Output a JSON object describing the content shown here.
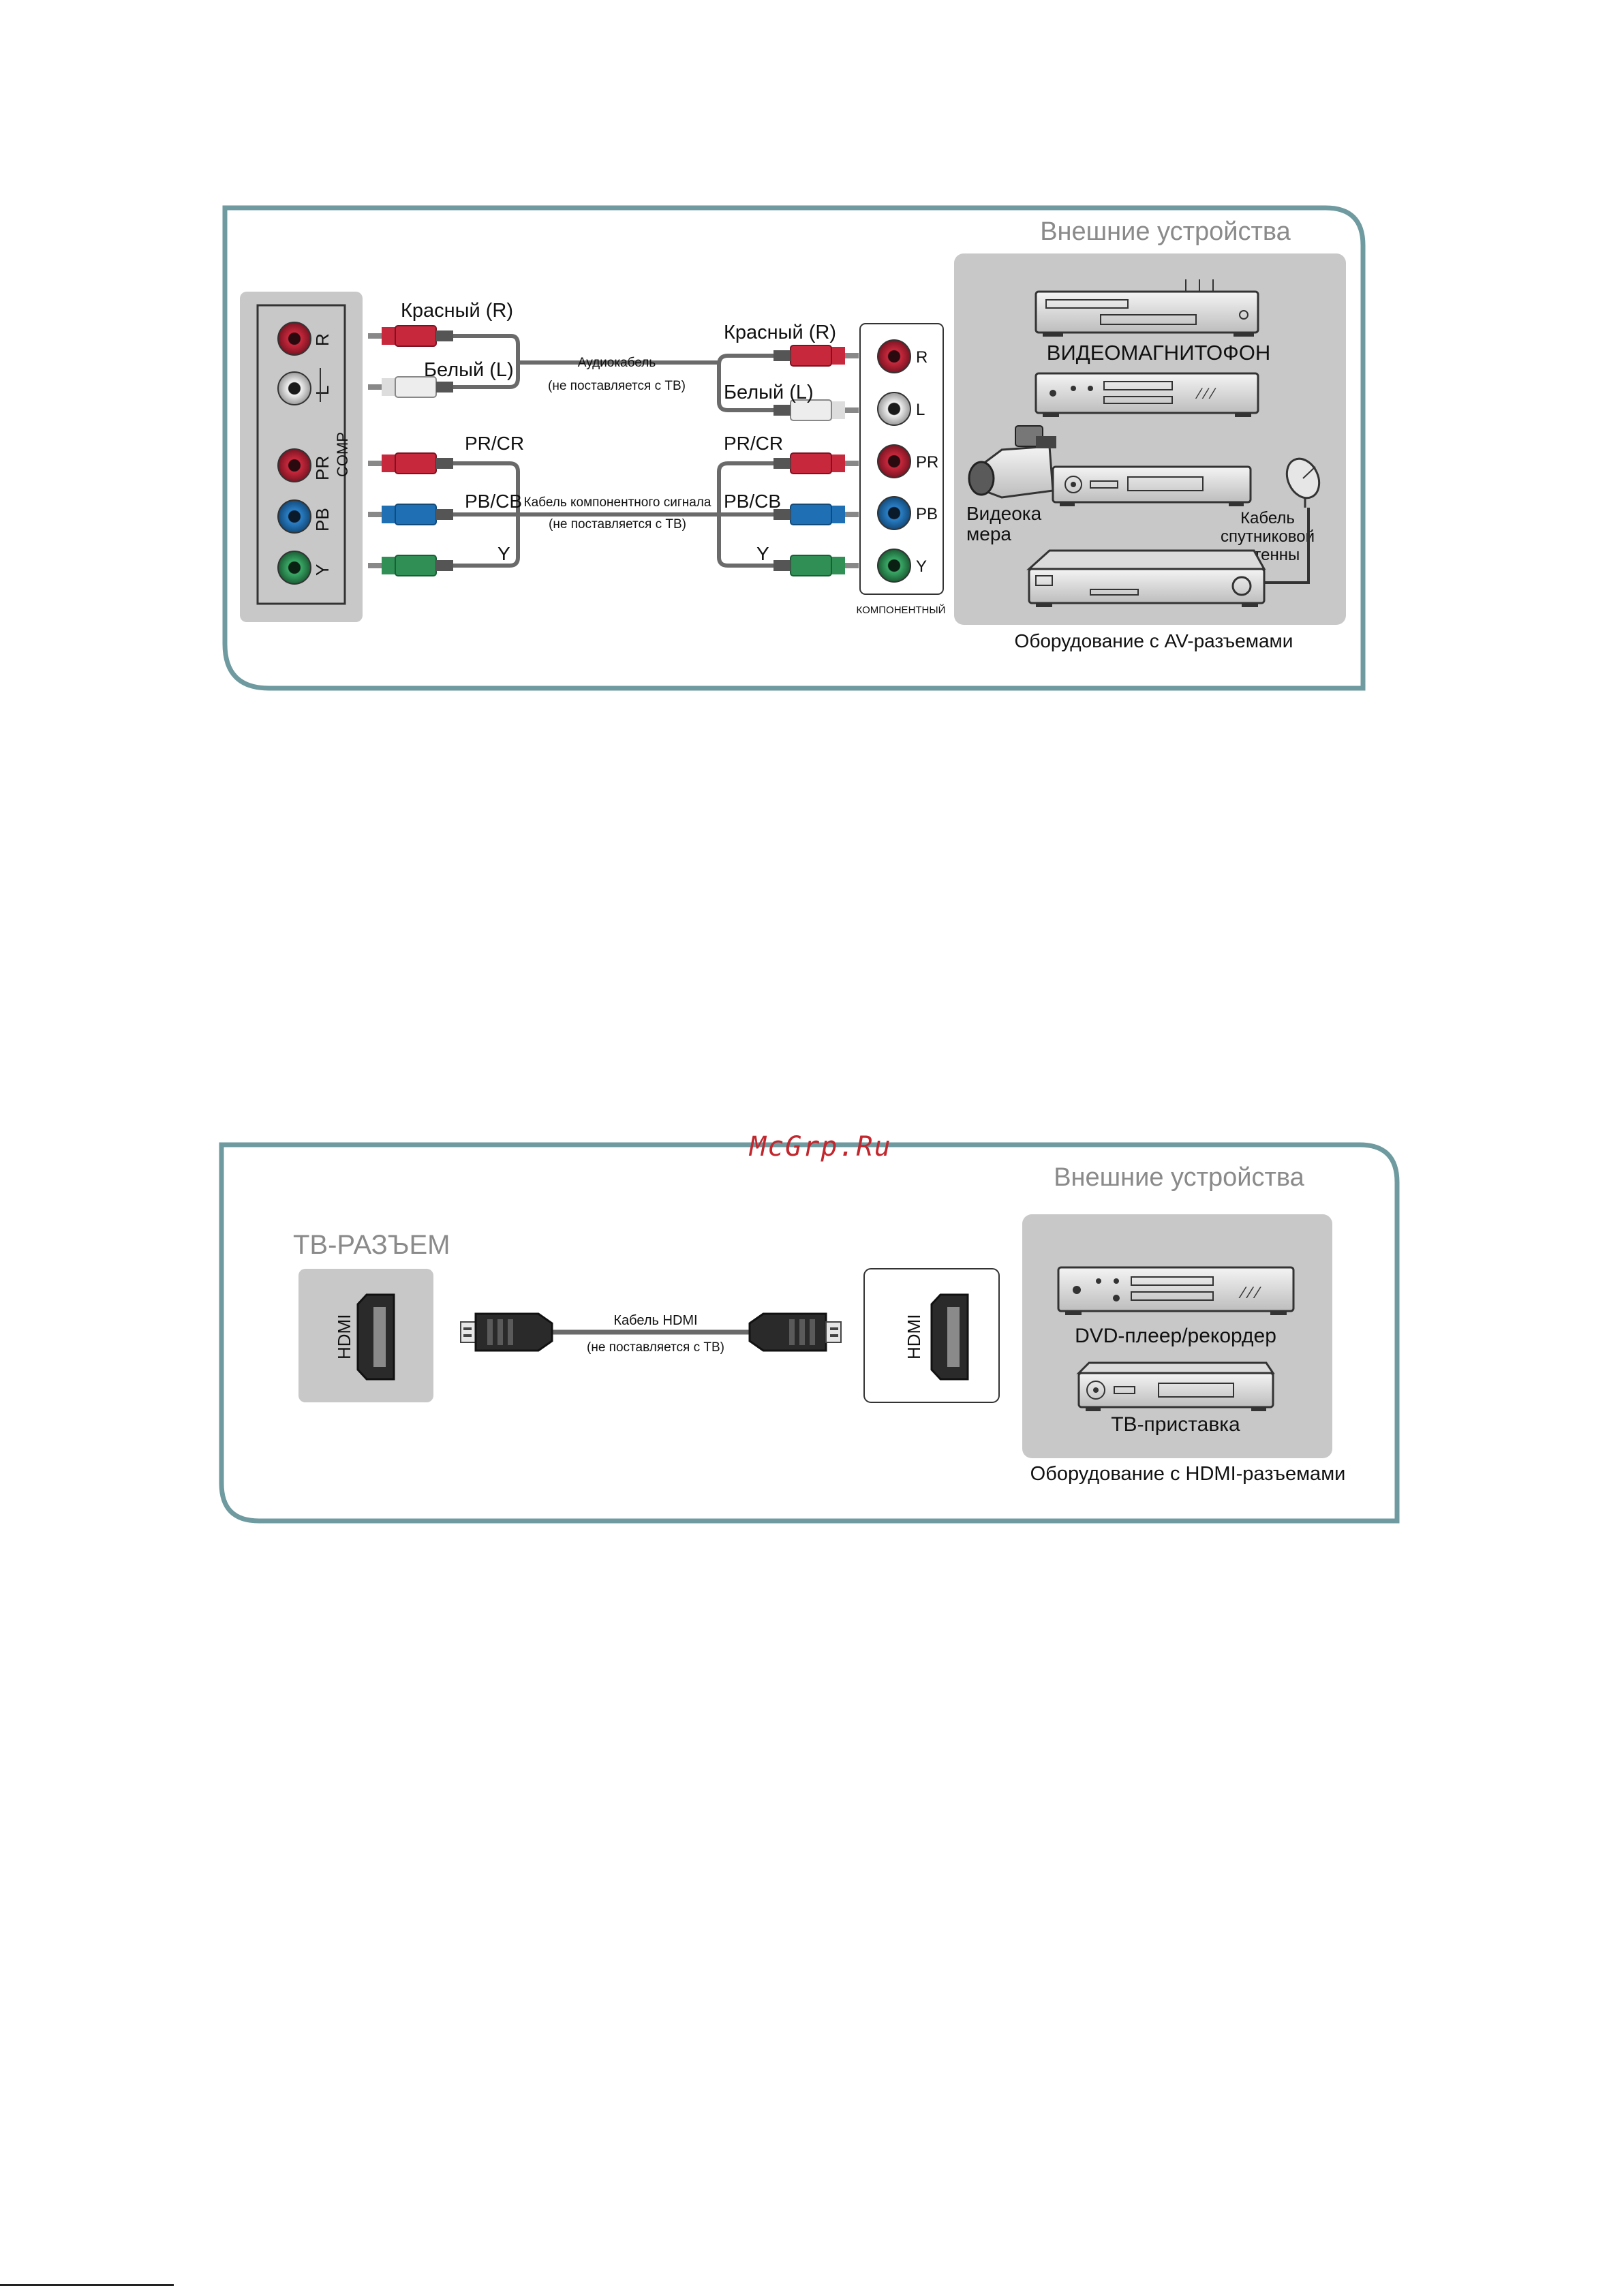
{
  "watermark": "McGrp.Ru",
  "av_diagram": {
    "header": "Внешние устройства",
    "tv_panel": {
      "jacks": [
        "R",
        "L",
        "PR",
        "PB",
        "Y"
      ],
      "comp_label": "COMP"
    },
    "cables": {
      "red_left": "Красный (R)",
      "white_left": "Белый (L)",
      "audio_cable": "Аудиокабель",
      "audio_not_supplied": "(не поставляется с ТВ)",
      "red_right": "Красный (R)",
      "white_right": "Белый (L)",
      "pr_cr": "PR/CR",
      "pb_cb": "PB/CB",
      "y": "Y",
      "component_cable": "Кабель компонентного сигнала",
      "component_not_supplied": "(не поставляется с ТВ)"
    },
    "device_panel": {
      "jacks": [
        "R",
        "L",
        "PR",
        "PB",
        "Y"
      ],
      "label": "КОМПОНЕНТНЫЙ"
    },
    "devices": {
      "vcr": "ВИДЕОМАГНИТОФОН",
      "camcorder_l1": "Видеока",
      "camcorder_l2": "мера",
      "sat_l1": "Кабель",
      "sat_l2": "спутниковой",
      "sat_l3": "антенны"
    },
    "caption": "Оборудование с AV-разъемами"
  },
  "hdmi_diagram": {
    "header": "Внешние устройства",
    "tv_port_title": "ТВ-РАЗЪЕМ",
    "tv_port_label": "HDMI",
    "cable_label": "Кабель HDMI",
    "cable_note": "(не поставляется с ТВ)",
    "device_port_label": "HDMI",
    "dvd_label": "DVD-плеер/рекордер",
    "stb_label": "ТВ-приставка",
    "caption": "Оборудование с HDMI-разъемами"
  },
  "colors": {
    "frame": "#6e9aa0",
    "panel": "#c8c8c8",
    "red": "#c8283c",
    "white": "#e8e8e8",
    "blue": "#1f6fb5",
    "green": "#2f8f54",
    "cable": "#6a6a6a"
  }
}
